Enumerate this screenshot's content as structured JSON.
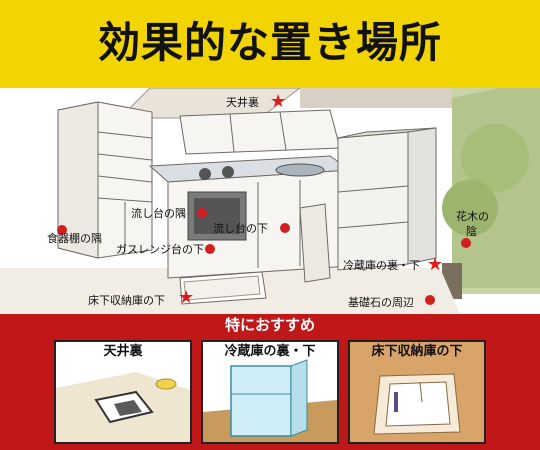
{
  "header": {
    "title": "効果的な置き場所"
  },
  "scene": {
    "labels": {
      "ceiling": "天井裏",
      "cupboard_corner": "食器棚の隅",
      "sink_corner": "流し台の隅",
      "sink_under": "流し台の下",
      "gas_range_under": "ガスレンジ台の下",
      "fridge_back_under": "冷蔵庫の裏・下",
      "plant_shade_line1": "花木の",
      "plant_shade_line2": "陰",
      "foundation_around": "基礎石の周辺",
      "underfloor_storage_under": "床下収納庫の下"
    }
  },
  "recommend": {
    "title": "特におすすめ",
    "panels": [
      {
        "label": "天井裏"
      },
      {
        "label": "冷蔵庫の裏・下"
      },
      {
        "label": "床下収納庫の下"
      }
    ]
  },
  "colors": {
    "banner": "#f2d400",
    "accent_red": "#c01818",
    "marker_red": "#d21e1e"
  }
}
